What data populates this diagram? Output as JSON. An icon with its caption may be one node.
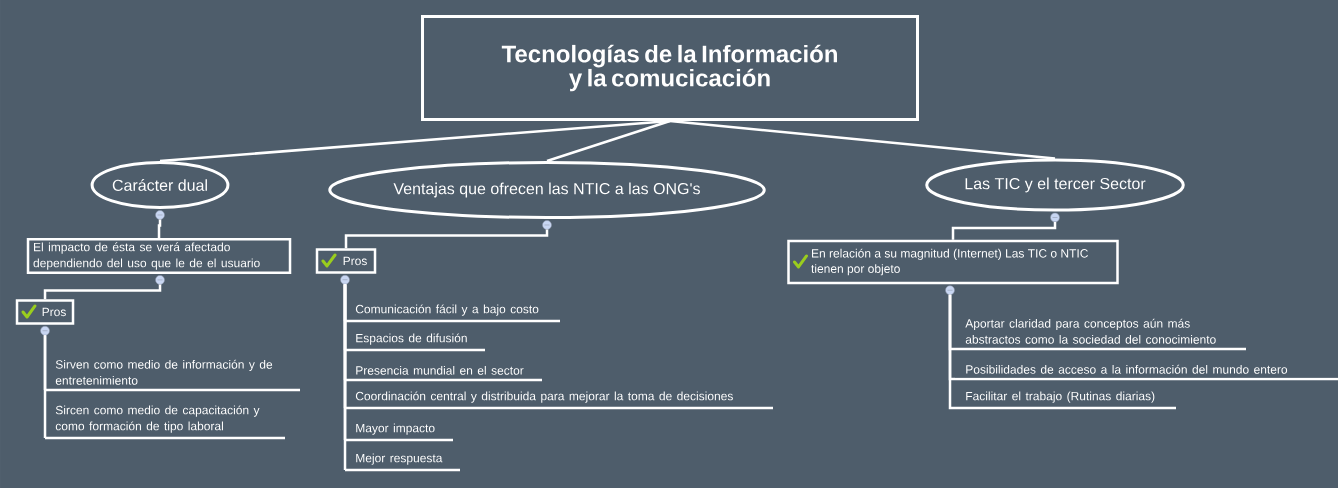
{
  "diagram": {
    "nodes": [
      {
        "text": [
          "Tecnologías de la Información y la comucicación"
        ]
      },
      {
        "text": [
          "Carácter dual"
        ]
      },
      {
        "text": [
          "Ventajas que ofrecen las NTIC a las ONG's"
        ]
      },
      {
        "text": [
          "Las TIC y el tercer Sector"
        ]
      },
      {
        "text": [
          "El impacto de ésta se verá afectado dependiendo del uso que le de el usuario"
        ]
      },
      {
        "text": [
          "Pros"
        ]
      },
      {
        "text": [
          "Sirven como medio de información y de entretenimiento"
        ]
      },
      {
        "text": [
          "Sircen como medio de capacitación y como formación de tipo laboral"
        ]
      },
      {
        "text": [
          "Pros"
        ]
      },
      {
        "text": [
          "Comunicación fácil y a bajo costo"
        ]
      },
      {
        "text": [
          "Espacios de difusión"
        ]
      },
      {
        "text": [
          "Presencia mundial en el sector"
        ]
      },
      {
        "text": [
          "Coordinación central y distribuida para mejorar la toma de decisiones"
        ]
      },
      {
        "text": [
          "Mayor impacto"
        ]
      },
      {
        "text": [
          "Mejor respuesta"
        ]
      },
      {
        "text": [
          "En relación a su magnitud (Internet) Las TIC o NTIC tienen por objeto"
        ]
      },
      {
        "text": [
          "Aportar claridad para conceptos aún más abstractos como la sociedad del conocimiento"
        ]
      },
      {
        "text": [
          "Posibilidades de acceso a la información del mundo entero"
        ]
      },
      {
        "text": [
          "Facilitar el trabajo (Rutinas diarias)"
        ]
      }
    ],
    "edges": [
      {
        "from": 0,
        "to": 1,
        "arrow": "none"
      },
      {
        "from": 0,
        "to": 2,
        "arrow": "none"
      },
      {
        "from": 0,
        "to": 3,
        "arrow": "none"
      },
      {
        "from": 1,
        "to": 4,
        "arrow": "none"
      },
      {
        "from": 4,
        "to": 5,
        "arrow": "none"
      },
      {
        "from": 5,
        "to": 6,
        "arrow": "none"
      },
      {
        "from": 5,
        "to": 7,
        "arrow": "none"
      },
      {
        "from": 2,
        "to": 8,
        "arrow": "none"
      },
      {
        "from": 8,
        "to": 9,
        "arrow": "none"
      },
      {
        "from": 8,
        "to": 10,
        "arrow": "none"
      },
      {
        "from": 8,
        "to": 11,
        "arrow": "none"
      },
      {
        "from": 8,
        "to": 12,
        "arrow": "none"
      },
      {
        "from": 8,
        "to": 13,
        "arrow": "none"
      },
      {
        "from": 8,
        "to": 14,
        "arrow": "none"
      },
      {
        "from": 3,
        "to": 15,
        "arrow": "none"
      },
      {
        "from": 15,
        "to": 16,
        "arrow": "none"
      },
      {
        "from": 15,
        "to": 17,
        "arrow": "none"
      },
      {
        "from": 15,
        "to": 18,
        "arrow": "none"
      }
    ]
  }
}
